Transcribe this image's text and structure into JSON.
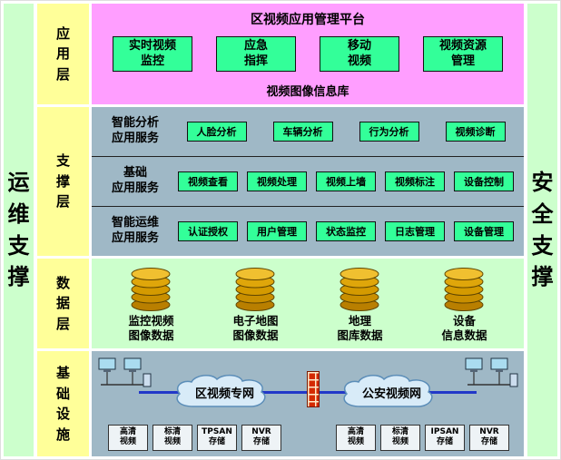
{
  "sidebars": {
    "left": "运维支撑",
    "right": "安全支撑"
  },
  "app_layer": {
    "label": "应用层",
    "title": "区视频应用管理平台",
    "modules": [
      "实时视频\n监控",
      "应急\n指挥",
      "移动\n视频",
      "视频资源\n管理"
    ],
    "footer": "视频图像信息库"
  },
  "support_layer": {
    "label": "支撑层",
    "rows": [
      {
        "label": "智能分析\n应用服务",
        "items": [
          "人脸分析",
          "车辆分析",
          "行为分析",
          "视频诊断"
        ]
      },
      {
        "label": "基础\n应用服务",
        "items": [
          "视频查看",
          "视频处理",
          "视频上墙",
          "视频标注",
          "设备控制"
        ]
      },
      {
        "label": "智能运维\n应用服务",
        "items": [
          "认证授权",
          "用户管理",
          "状态监控",
          "日志管理",
          "设备管理"
        ]
      }
    ]
  },
  "data_layer": {
    "label": "数据层",
    "databases": [
      "监控视频\n图像数据",
      "电子地图\n图像数据",
      "地理\n图库数据",
      "设备\n信息数据"
    ]
  },
  "infra_layer": {
    "label": "基础设施",
    "networks": [
      "区视频专网",
      "公安视频网"
    ],
    "storage_left": [
      "高清\n视频",
      "标清\n视频",
      "TPSAN\n存储",
      "NVR\n存储"
    ],
    "storage_right": [
      "高清\n视频",
      "标清\n视频",
      "IPSAN\n存储",
      "NVR\n存储"
    ]
  },
  "colors": {
    "sidebar_green": "#ccffcc",
    "layer_yellow": "#ffff99",
    "app_pink": "#ff9eff",
    "module_green": "#33ff99",
    "panel_blue": "#9fb8c6",
    "data_green": "#ccffcc",
    "db_gold": "#d49a00",
    "bus_blue": "#2238c8",
    "firewall_red": "#d42a00"
  }
}
